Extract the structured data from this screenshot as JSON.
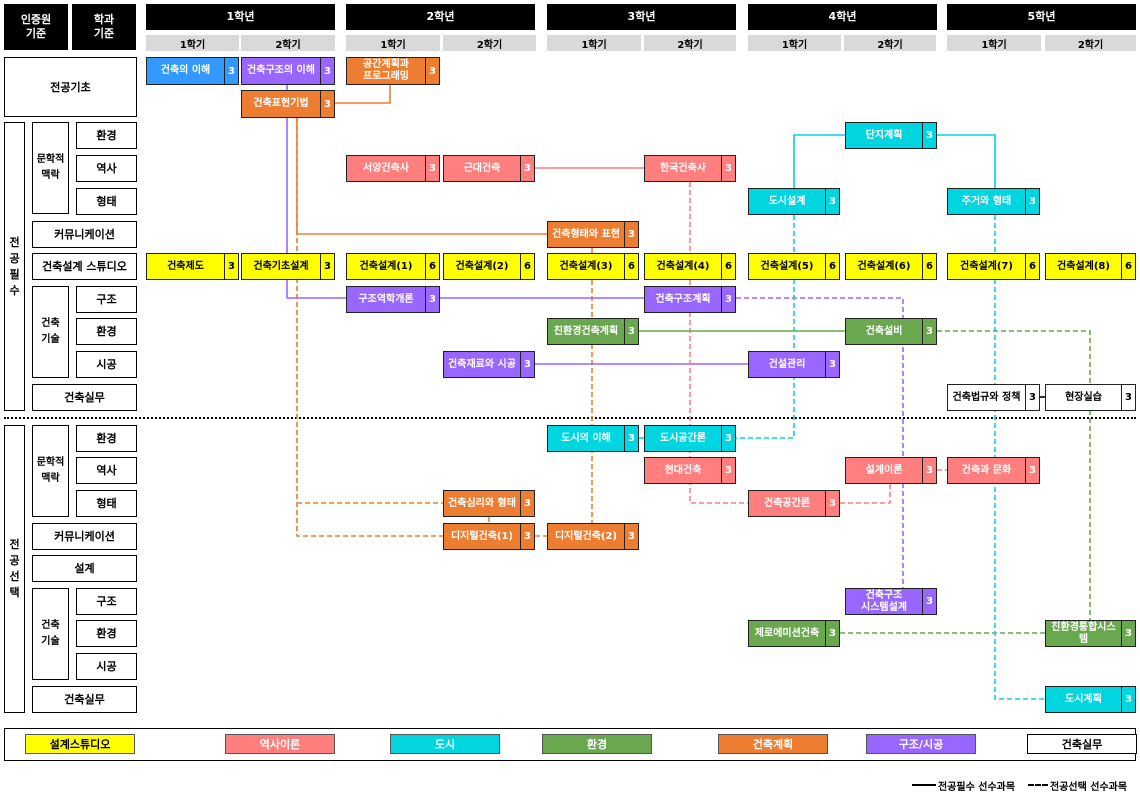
{
  "headers": {
    "standard": "인증원\n기준",
    "dept": "학과\n기준",
    "years": [
      "1학년",
      "2학년",
      "3학년",
      "4학년",
      "5학년"
    ],
    "semesters": [
      "1학기",
      "2학기"
    ]
  },
  "rows": {
    "foundation": "전공기초",
    "required": "전\n공\n필\n수",
    "elective": "전\n공\n선\n택",
    "context": "문학적\n맥락",
    "tech": "건축\n기술",
    "env": "환경",
    "hist": "역사",
    "form": "형태",
    "comm": "커뮤니케이션",
    "studio": "건축설계 스튜디오",
    "struct": "구조",
    "constr": "시공",
    "practice": "건축실무",
    "design": "설계"
  },
  "colors": {
    "studio": "#ffff00",
    "history": "#ff7f7f",
    "urban": "#00d5e0",
    "environment": "#6aa84f",
    "planning": "#ed7d31",
    "structure": "#9966ff",
    "practice": "#ffffff",
    "tech_blue": "#3399ff"
  },
  "courses": [
    {
      "id": "c1",
      "name": "건축의 이해",
      "credit": "3",
      "cat": "tech_blue"
    },
    {
      "id": "c2",
      "name": "건축구조의 이해",
      "credit": "3",
      "cat": "structure"
    },
    {
      "id": "c3",
      "name": "공간계획과\n프로그래밍",
      "credit": "3",
      "cat": "planning"
    },
    {
      "id": "c4",
      "name": "건축표현기법",
      "credit": "3",
      "cat": "planning"
    },
    {
      "id": "c5",
      "name": "단지계획",
      "credit": "3",
      "cat": "urban"
    },
    {
      "id": "c6",
      "name": "서양건축사",
      "credit": "3",
      "cat": "history"
    },
    {
      "id": "c7",
      "name": "근대건축",
      "credit": "3",
      "cat": "history"
    },
    {
      "id": "c8",
      "name": "한국건축사",
      "credit": "3",
      "cat": "history"
    },
    {
      "id": "c9",
      "name": "도시설계",
      "credit": "3",
      "cat": "urban"
    },
    {
      "id": "c10",
      "name": "주거와 형태",
      "credit": "3",
      "cat": "urban"
    },
    {
      "id": "c11",
      "name": "건축형태와 표현",
      "credit": "3",
      "cat": "planning"
    },
    {
      "id": "c12",
      "name": "건축제도",
      "credit": "3",
      "cat": "studio"
    },
    {
      "id": "c13",
      "name": "건축기초설계",
      "credit": "3",
      "cat": "studio"
    },
    {
      "id": "c14",
      "name": "건축설계(1)",
      "credit": "6",
      "cat": "studio"
    },
    {
      "id": "c15",
      "name": "건축설계(2)",
      "credit": "6",
      "cat": "studio"
    },
    {
      "id": "c16",
      "name": "건축설계(3)",
      "credit": "6",
      "cat": "studio"
    },
    {
      "id": "c17",
      "name": "건축설계(4)",
      "credit": "6",
      "cat": "studio"
    },
    {
      "id": "c18",
      "name": "건축설계(5)",
      "credit": "6",
      "cat": "studio"
    },
    {
      "id": "c19",
      "name": "건축설계(6)",
      "credit": "6",
      "cat": "studio"
    },
    {
      "id": "c20",
      "name": "건축설계(7)",
      "credit": "6",
      "cat": "studio"
    },
    {
      "id": "c21",
      "name": "건축설계(8)",
      "credit": "6",
      "cat": "studio"
    },
    {
      "id": "c22",
      "name": "구조역학개론",
      "credit": "3",
      "cat": "structure"
    },
    {
      "id": "c23",
      "name": "건축구조계획",
      "credit": "3",
      "cat": "structure"
    },
    {
      "id": "c24",
      "name": "친환경건축계획",
      "credit": "3",
      "cat": "environment"
    },
    {
      "id": "c25",
      "name": "건축설비",
      "credit": "3",
      "cat": "environment"
    },
    {
      "id": "c26",
      "name": "건축재료와 시공",
      "credit": "3",
      "cat": "structure"
    },
    {
      "id": "c27",
      "name": "건설관리",
      "credit": "3",
      "cat": "structure"
    },
    {
      "id": "c28",
      "name": "건축법규와 정책",
      "credit": "3",
      "cat": "practice"
    },
    {
      "id": "c29",
      "name": "현장실습",
      "credit": "3",
      "cat": "practice"
    },
    {
      "id": "c30",
      "name": "도시의 이해",
      "credit": "3",
      "cat": "urban"
    },
    {
      "id": "c31",
      "name": "도시공간론",
      "credit": "3",
      "cat": "urban"
    },
    {
      "id": "c32",
      "name": "현대건축",
      "credit": "3",
      "cat": "history"
    },
    {
      "id": "c33",
      "name": "설계이론",
      "credit": "3",
      "cat": "history"
    },
    {
      "id": "c34",
      "name": "건축과 문화",
      "credit": "3",
      "cat": "history"
    },
    {
      "id": "c35",
      "name": "건축심리와 형태",
      "credit": "3",
      "cat": "planning"
    },
    {
      "id": "c36",
      "name": "건축공간론",
      "credit": "3",
      "cat": "history"
    },
    {
      "id": "c37",
      "name": "디지털건축(1)",
      "credit": "3",
      "cat": "planning"
    },
    {
      "id": "c38",
      "name": "디지털건축(2)",
      "credit": "3",
      "cat": "planning"
    },
    {
      "id": "c39",
      "name": "건축구조\n시스템설계",
      "credit": "3",
      "cat": "structure"
    },
    {
      "id": "c40",
      "name": "제로에미션건축",
      "credit": "3",
      "cat": "environment"
    },
    {
      "id": "c41",
      "name": "친환경통합시스템",
      "credit": "3",
      "cat": "environment"
    },
    {
      "id": "c42",
      "name": "도시계획",
      "credit": "3",
      "cat": "urban"
    }
  ],
  "legend": [
    {
      "label": "설계스튜디오",
      "cat": "studio"
    },
    {
      "label": "역사이론",
      "cat": "history"
    },
    {
      "label": "도시",
      "cat": "urban"
    },
    {
      "label": "환경",
      "cat": "environment"
    },
    {
      "label": "건축계획",
      "cat": "planning"
    },
    {
      "label": "구조/시공",
      "cat": "structure"
    },
    {
      "label": "건축실무",
      "cat": "practice"
    }
  ],
  "line_legend": {
    "required": "전공필수 선수과목",
    "elective": "전공선택 선수과목"
  }
}
